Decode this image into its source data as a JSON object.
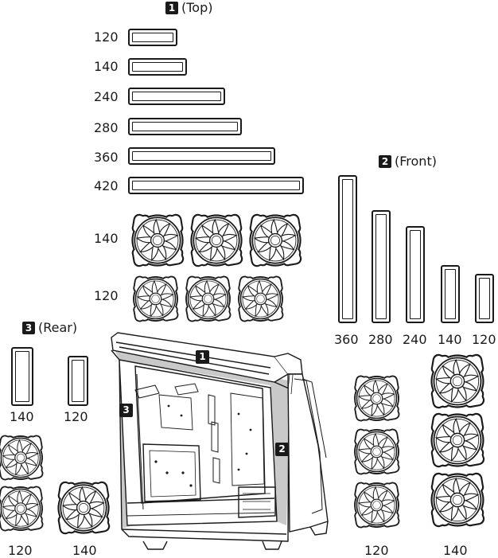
{
  "sections": {
    "top": {
      "badge": "1",
      "label": "(Top)"
    },
    "front": {
      "badge": "2",
      "label": "(Front)"
    },
    "rear": {
      "badge": "3",
      "label": "(Rear)"
    }
  },
  "top_radiators": [
    "120",
    "140",
    "240",
    "280",
    "360",
    "420"
  ],
  "top_fan_rows": [
    "140",
    "120"
  ],
  "front_radiators": [
    "360",
    "280",
    "240",
    "140",
    "120"
  ],
  "rear_radiators": [
    "140",
    "120"
  ],
  "rear_fan_labels": [
    "120",
    "140"
  ],
  "front_fan_labels": [
    "120",
    "140"
  ],
  "case_markers": [
    "1",
    "2",
    "3"
  ],
  "case_port_label": "",
  "colors": {
    "ink": "#1a1a1a",
    "paper": "#ffffff"
  }
}
